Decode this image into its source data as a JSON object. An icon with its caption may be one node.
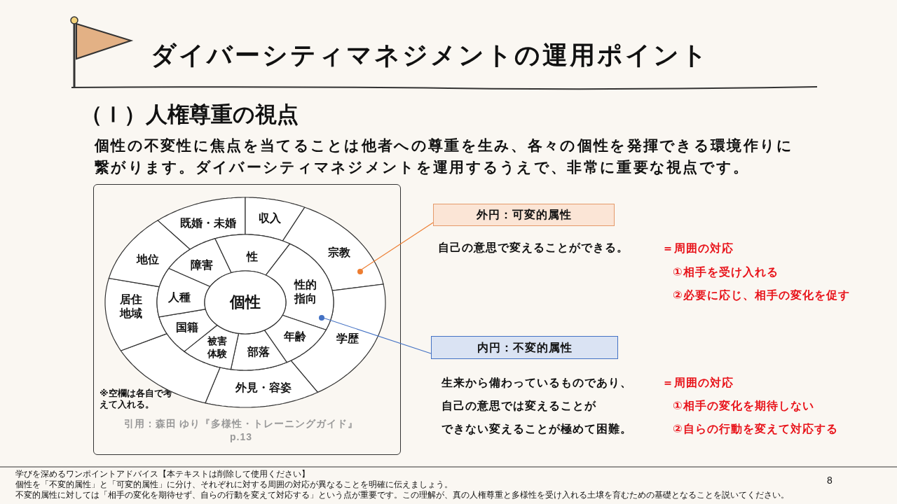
{
  "diagram": {
    "title": "ダイバーシティマネジメントの運用ポイント",
    "nodes": [
      {
        "text": [
          "※空欄は各自で考えて入れる。",
          "引用：森田 ゆり『多様性・トレーニングガイド』 p.13"
        ]
      },
      {
        "text": [
          "既婚・未婚"
        ],
        "in": 0
      },
      {
        "text": [
          "収入"
        ],
        "in": 0
      },
      {
        "text": [
          "宗教"
        ],
        "in": 0
      },
      {
        "text": [
          "学歴"
        ],
        "in": 0
      },
      {
        "text": [
          "外見・容姿"
        ],
        "in": 0
      },
      {
        "text": [],
        "shape": "sector",
        "in": 0
      },
      {
        "text": [
          "居住地域"
        ],
        "in": 0
      },
      {
        "text": [
          "地位"
        ],
        "in": 0
      },
      {
        "text": [
          "障害"
        ],
        "in": 0
      },
      {
        "text": [
          "性"
        ],
        "in": 0
      },
      {
        "text": [
          "性的指向"
        ],
        "in": 0
      },
      {
        "text": [
          "年齢"
        ],
        "in": 0
      },
      {
        "text": [
          "部落"
        ],
        "in": 0
      },
      {
        "text": [
          "被害体験"
        ],
        "in": 0
      },
      {
        "text": [
          "国籍"
        ],
        "in": 0
      },
      {
        "text": [
          "人種"
        ],
        "in": 0
      },
      {
        "text": [
          "個性"
        ],
        "in": 0
      },
      {
        "text": [],
        "shape": "circle",
        "in": 3
      },
      {
        "text": [
          "外円：可変的属性"
        ]
      },
      {
        "text": [],
        "shape": "circle",
        "in": 11
      },
      {
        "text": [
          "内円：不変的属性"
        ]
      }
    ],
    "edges": [
      {
        "from": 19,
        "to": 18,
        "arrow": "none",
        "color": "#ed7d31"
      },
      {
        "from": 21,
        "to": 20,
        "arrow": "none",
        "color": "#4472c4"
      }
    ],
    "labels": [
      "（Ｉ）人権尊重の視点",
      "個性の不変性に焦点を当てることは他者への尊重を生み、各々の個性を発揮できる環境作りに繋がります。ダイバーシティマネジメントを運用するうえで、非常に重要な視点です。",
      "自己の意思で変えることができる。",
      "＝周囲の対応",
      "①相手を受け入れる",
      "②必要に応じ、相手の変化を促す",
      "生来から備わっているものであり、",
      "＝周囲の対応",
      "自己の意思では変えることが",
      "①相手の変化を期待しない",
      "できない変えることが極めて困難。",
      "②自らの行動を変えて対応する",
      "学びを深めるワンポイントアドバイス【本テキストは削除して使用ください】",
      "個性を「不変的属性」と「可変的属性」に分け、それぞれに対する周囲の対応が異なることを明確に伝えましょう。",
      "不変的属性に対しては「相手の変化を期待せず、自らの行動を変えて対応する」という点が重要です。この理解が、真の人権尊重と多様性を受け入れる土壌を育むための基礎となることを説いてください。",
      "8"
    ]
  }
}
